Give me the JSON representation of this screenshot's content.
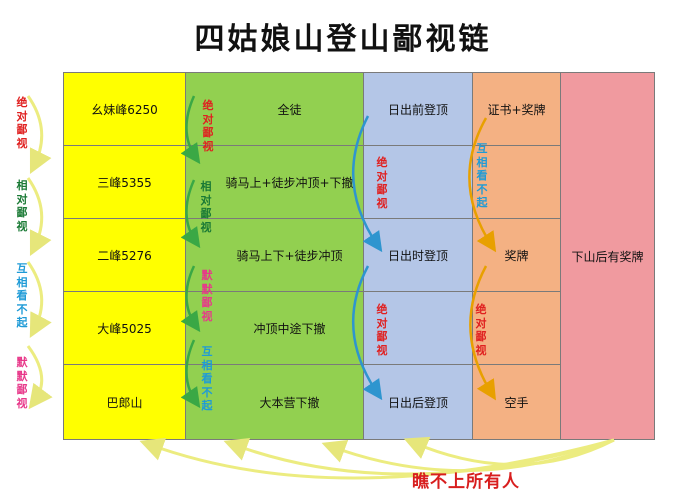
{
  "title": "四姑娘山登山鄙视链",
  "colors": {
    "peak": "#ffff00",
    "route": "#92d050",
    "time": "#b4c6e7",
    "cert": "#f4b183",
    "summary": "#f09a9f",
    "red": "#e02020",
    "green": "#1a7a35",
    "blue": "#1f9bd7",
    "pink": "#e8388a",
    "arrowGreen": "#3aa845",
    "arrowBlue": "#2e95cf",
    "arrowOrange": "#e8a000",
    "arrowYellow": "#ecec80"
  },
  "rows": [
    {
      "peak": "幺妹峰6250",
      "route": "全徒",
      "time": "日出前登顶",
      "cert": "证书+奖牌"
    },
    {
      "peak": "三峰5355",
      "route": "骑马上+徒步冲顶+下撤"
    },
    {
      "peak": "二峰5276",
      "route": "骑马上下+徒步冲顶",
      "time": "日出时登顶",
      "cert": "奖牌"
    },
    {
      "peak": "大峰5025",
      "route": "冲顶中途下撤"
    },
    {
      "peak": "巴郎山",
      "route": "大本营下撤",
      "time": "日出后登顶",
      "cert": "空手"
    }
  ],
  "summary": "下山后有奖牌",
  "side_labels": [
    {
      "text": "绝对鄙视",
      "color": "red"
    },
    {
      "text": "相对鄙视",
      "color": "green"
    },
    {
      "text": "互相看不起",
      "color": "blue"
    },
    {
      "text": "默默鄙视",
      "color": "pink"
    }
  ],
  "route_labels": [
    {
      "text": "绝对鄙视",
      "color": "red"
    },
    {
      "text": "相对鄙视",
      "color": "green"
    },
    {
      "text": "默默鄙视",
      "color": "pink"
    },
    {
      "text": "互相看不起",
      "color": "blue"
    }
  ],
  "time_labels": [
    {
      "text": "绝对鄙视",
      "color": "red"
    },
    {
      "text": "绝对鄙视",
      "color": "red"
    }
  ],
  "cert_labels": [
    {
      "text": "互相看不起",
      "color": "blue"
    },
    {
      "text": "绝对鄙视",
      "color": "red"
    }
  ],
  "bottom_label": "瞧不上所有人"
}
